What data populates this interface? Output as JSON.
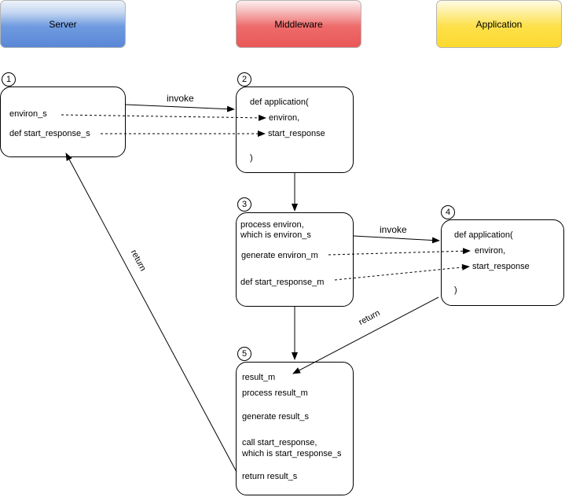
{
  "headers": {
    "server": "Server",
    "middleware": "Middleware",
    "application": "Application"
  },
  "steps": [
    "1",
    "2",
    "3",
    "4",
    "5"
  ],
  "box1": {
    "environ": "environ_s",
    "start_response": "def start_response_s"
  },
  "box2": {
    "def": "def application(",
    "environ": "environ,",
    "start_response": "start_response",
    "close": ")"
  },
  "box3": {
    "process1": "process environ,",
    "process2": "which is environ_s",
    "generate": "generate environ_m",
    "def_sr": "def start_response_m"
  },
  "box4": {
    "def": "def application(",
    "environ": "environ,",
    "start_response": "start_response",
    "close": ")"
  },
  "box5": {
    "result": "result_m",
    "process": "process result_m",
    "generate": "generate result_s",
    "call1": "call start_response,",
    "call2": "which is start_response_s",
    "return": "return result_s"
  },
  "edges": {
    "invoke_top": "invoke",
    "invoke_mid": "invoke",
    "return_left": "return",
    "return_right": "return"
  }
}
